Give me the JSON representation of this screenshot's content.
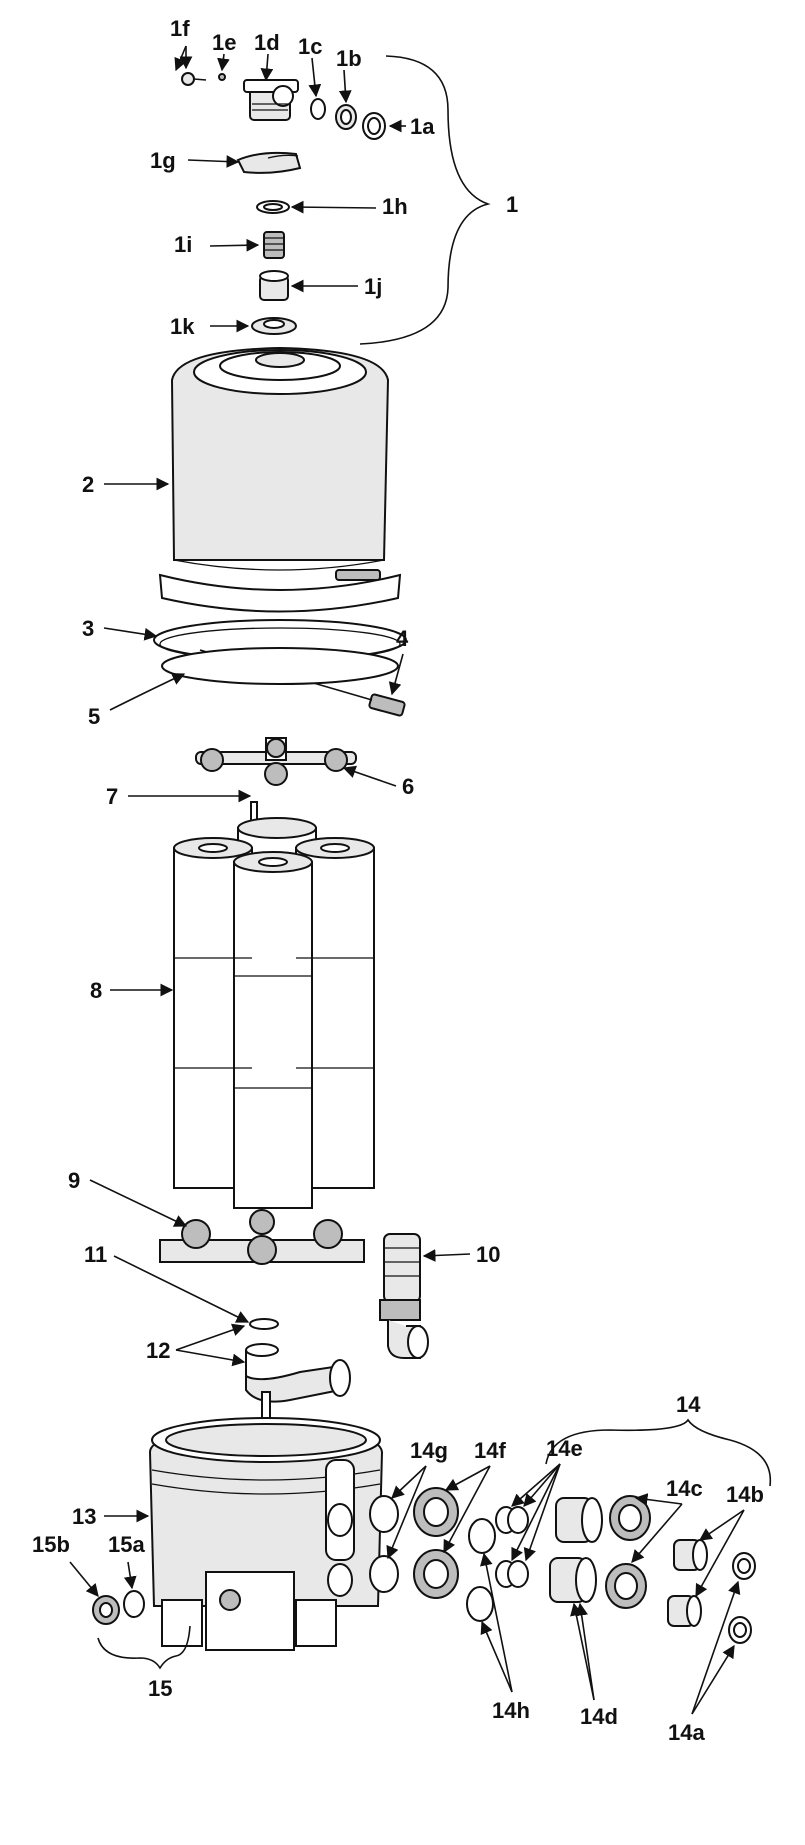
{
  "labels": {
    "p1": "1",
    "p1a": "1a",
    "p1b": "1b",
    "p1c": "1c",
    "p1d": "1d",
    "p1e": "1e",
    "p1f": "1f",
    "p1g": "1g",
    "p1h": "1h",
    "p1i": "1i",
    "p1j": "1j",
    "p1k": "1k",
    "p2": "2",
    "p3": "3",
    "p4": "4",
    "p5": "5",
    "p6": "6",
    "p7": "7",
    "p8": "8",
    "p9": "9",
    "p10": "10",
    "p11": "11",
    "p12": "12",
    "p13": "13",
    "p14": "14",
    "p14a": "14a",
    "p14b": "14b",
    "p14c": "14c",
    "p14d": "14d",
    "p14e": "14e",
    "p14f": "14f",
    "p14g": "14g",
    "p14h": "14h",
    "p15": "15",
    "p15a": "15a",
    "p15b": "15b"
  }
}
